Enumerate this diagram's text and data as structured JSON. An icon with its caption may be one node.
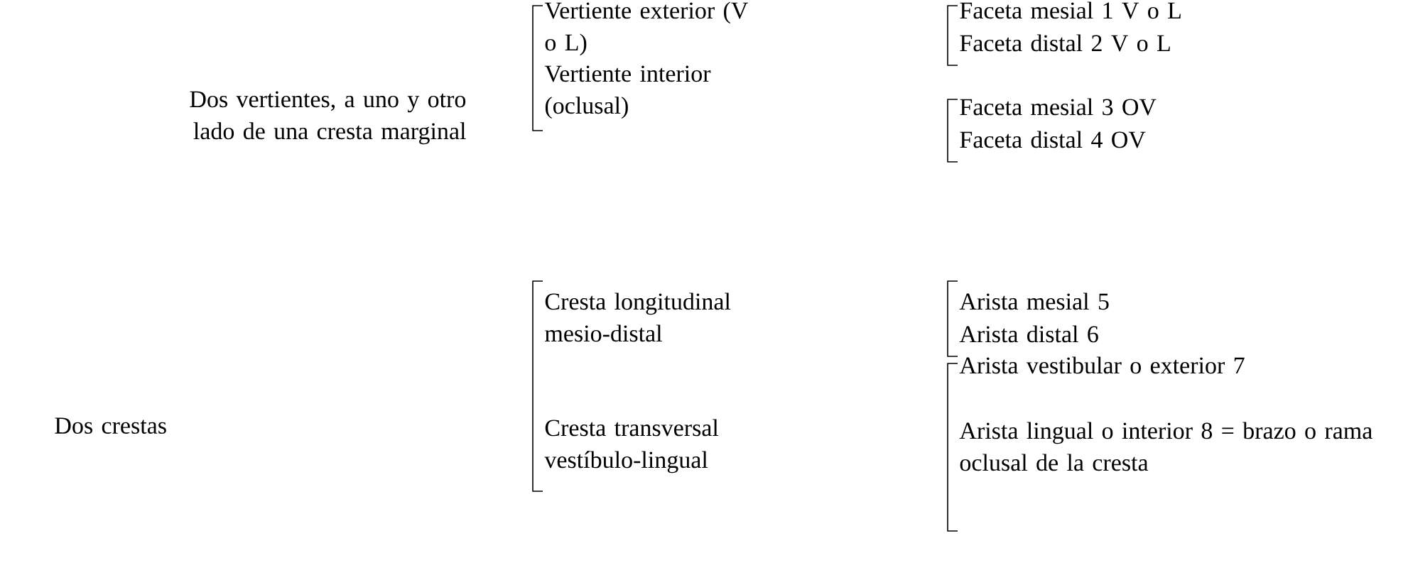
{
  "diagram": {
    "labels": [
      "Dos vertientes, a uno y otro lado de una cresta marginal",
      "Vertiente exterior (V o L)",
      "Vertiente interior (oclusal)",
      "Faceta mesial 1 V o L",
      "Faceta distal 2 V o L",
      "Faceta mesial 3 OV",
      "Faceta distal 4 OV",
      "Dos crestas",
      "Cresta longitudinal mesio-distal",
      "Cresta transversal vestíbulo-lingual",
      "Arista mesial 5",
      "Arista distal 6",
      "Arista vestibular o exterior 7",
      "Arista lingual o interior 8 = brazo o rama oclusal de la cresta"
    ]
  }
}
